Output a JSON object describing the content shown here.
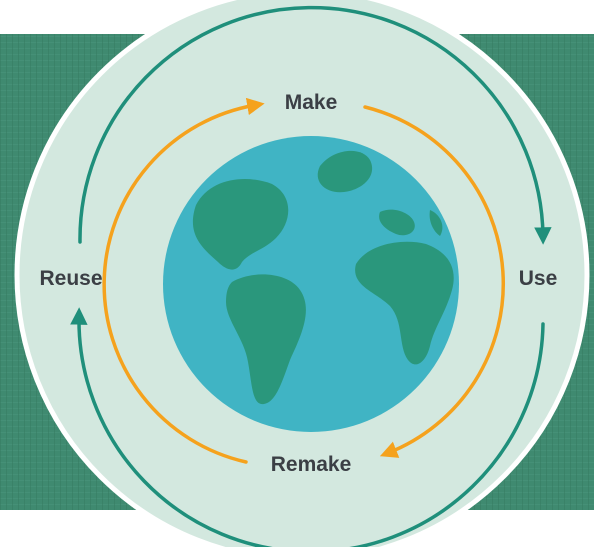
{
  "diagram": {
    "labels": {
      "top": "Make",
      "right": "Use",
      "bottom": "Remake",
      "left": "Reuse"
    },
    "colors": {
      "background_band": "#3f8a70",
      "outer_circle": "#d3e8df",
      "outer_cycle_arrow": "#1f8f7b",
      "inner_cycle_arrow": "#f5a21d",
      "ocean": "#40b4c4",
      "land": "#2a977c",
      "label_text": "#3b3f45"
    },
    "icons": {
      "globe": "earth-globe-icon"
    }
  }
}
